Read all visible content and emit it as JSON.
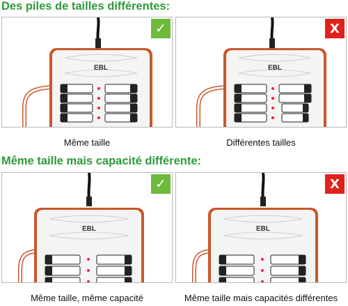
{
  "section1": {
    "heading": "Des piles de tailles différentes:"
  },
  "section2": {
    "heading": "Même taille mais capacité différente:"
  },
  "panels": [
    {
      "caption": "Même taille",
      "status": "check-icon",
      "symbol": "✓",
      "brand": "EBL"
    },
    {
      "caption": "Différentes tailles",
      "status": "cross-icon",
      "symbol": "X",
      "brand": "EBL"
    },
    {
      "caption": "Même taille, même capacité",
      "status": "check-icon",
      "symbol": "✓",
      "brand": "EBL"
    },
    {
      "caption": "Même taille mais capacités différentes",
      "status": "cross-icon",
      "symbol": "X",
      "brand": "EBL"
    }
  ],
  "colors": {
    "heading": "#2e9a3a",
    "check": "#6cbb3c",
    "cross": "#e0221b",
    "charger_trim": "#c9572a"
  }
}
